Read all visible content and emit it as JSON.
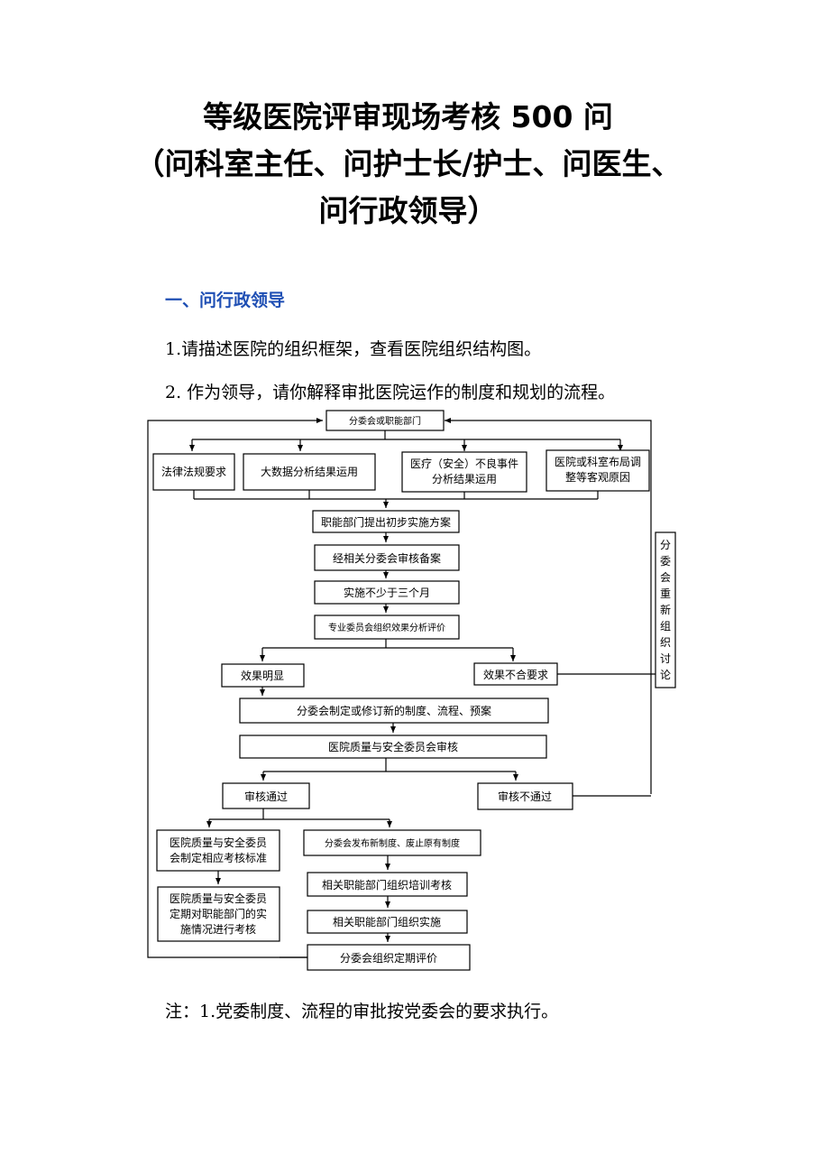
{
  "title": {
    "line1": "等级医院评审现场考核 500 问",
    "line2": "（问科室主任、问护士长/护士、问医生、",
    "line3": "问行政领导）"
  },
  "section_heading": "一、问行政领导",
  "questions": [
    "1.请描述医院的组织框架，查看医院组织结构图。",
    "2. 作为领导，请你解释审批医院运作的制度和规划的流程。"
  ],
  "flowchart": {
    "top": "分委会或职能部门",
    "inputs": [
      "法律法规要求",
      "大数据分析结果运用",
      "医疗（安全）不良事件",
      "分析结果运用",
      "医院或科室布局调",
      "整等客观原因"
    ],
    "step_plan": "职能部门提出初步实施方案",
    "step_review": "经相关分委会审核备案",
    "step_period": "实施不少于三个月",
    "step_eval": "专业委员会组织效果分析评价",
    "effect_ok": "效果明显",
    "effect_bad": "效果不合要求",
    "side_label": [
      "分",
      "委",
      "会",
      "重",
      "新",
      "组",
      "织",
      "讨",
      "论"
    ],
    "step_make": "分委会制定或修订新的制度、流程、预案",
    "step_quality": "医院质量与安全委员会审核",
    "pass": "审核通过",
    "fail": "审核不通过",
    "left1": [
      "医院质量与安全委员",
      "会制定相应考核标准"
    ],
    "left2": [
      "医院质量与安全委员",
      "定期对职能部门的实",
      "施情况进行考核"
    ],
    "publish": "分委会发布新制度、废止原有制度",
    "train": "相关职能部门组织培训考核",
    "implement": "相关职能部门组织实施",
    "periodic": "分委会组织定期评价"
  },
  "note": "注：1.党委制度、流程的审批按党委会的要求执行。"
}
